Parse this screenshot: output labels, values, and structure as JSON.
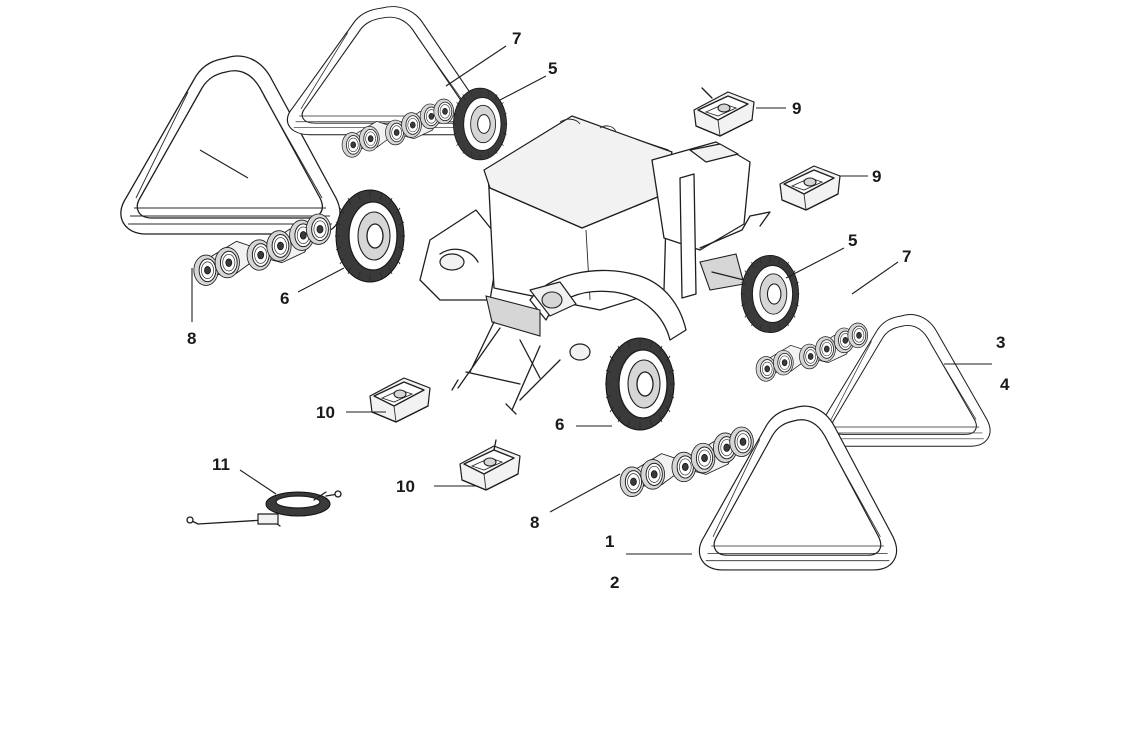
{
  "diagram": {
    "callouts": [
      {
        "id": "c1",
        "label": "1"
      },
      {
        "id": "c2",
        "label": "2"
      },
      {
        "id": "c3",
        "label": "3"
      },
      {
        "id": "c4",
        "label": "4"
      },
      {
        "id": "c5a",
        "label": "5"
      },
      {
        "id": "c5b",
        "label": "5"
      },
      {
        "id": "c6a",
        "label": "6"
      },
      {
        "id": "c6b",
        "label": "6"
      },
      {
        "id": "c7a",
        "label": "7"
      },
      {
        "id": "c7b",
        "label": "7"
      },
      {
        "id": "c8a",
        "label": "8"
      },
      {
        "id": "c8b",
        "label": "8"
      },
      {
        "id": "c9a",
        "label": "9"
      },
      {
        "id": "c9b",
        "label": "9"
      },
      {
        "id": "c10a",
        "label": "10"
      },
      {
        "id": "c10b",
        "label": "10"
      },
      {
        "id": "c11",
        "label": "11"
      }
    ]
  }
}
